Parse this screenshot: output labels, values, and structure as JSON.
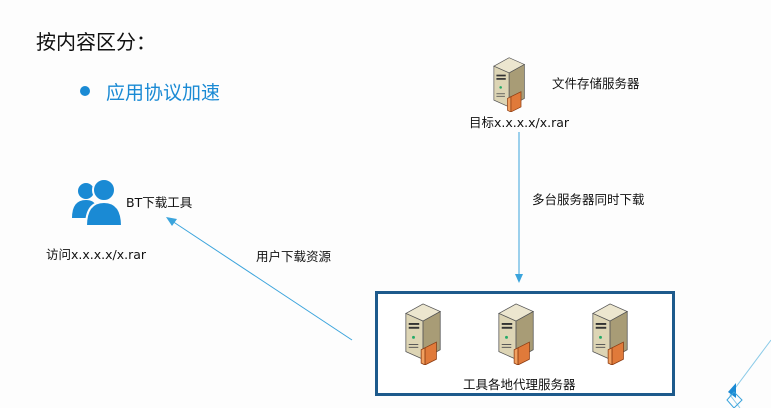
{
  "title": "按内容区分：",
  "bullet": "应用协议加速",
  "file_server": {
    "label": "文件存储服务器",
    "target": "目标x.x.x.x/x.rar"
  },
  "arrow_down_label": "多台服务器同时下载",
  "client": {
    "label": "BT下载工具",
    "visit": "访问x.x.x.x/x.rar"
  },
  "arrow_diag_label": "用户下载资源",
  "proxy_group": {
    "label": "工具各地代理服务器"
  },
  "colors": {
    "accent": "#1a8ad4",
    "box_border": "#1d5a8c"
  }
}
